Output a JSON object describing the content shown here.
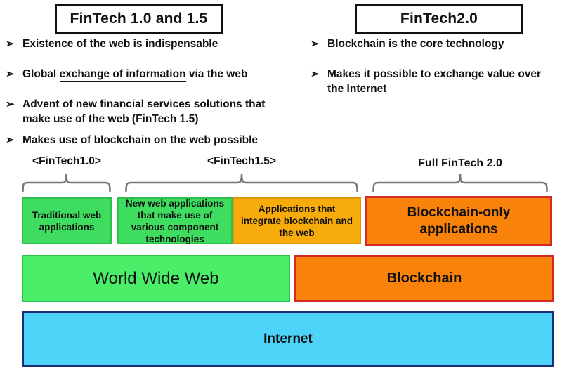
{
  "glyphs": {
    "bullet_arrow": "➢"
  },
  "colors": {
    "green_apps": "#3fdd5f",
    "green_www": "#4bee68",
    "amber": "#f7ac0b",
    "orange": "#f8820a",
    "orange_border": "#d32b24",
    "blue": "#4dd3f7",
    "blue_border": "#1c2f72",
    "brace_gray": "#787878"
  },
  "left_panel": {
    "title": "FinTech 1.0 and 1.5",
    "bullets": [
      {
        "text": "Existence of the web is indispensable"
      },
      {
        "prefix": "Global ",
        "underlined": "exchange of information",
        "suffix": " via the web"
      },
      {
        "text": "Advent of new financial services solutions that make use of the web (FinTech 1.5)"
      },
      {
        "text": "Makes use of blockchain on the web possible"
      }
    ]
  },
  "right_panel": {
    "title": "FinTech2.0",
    "bullets": [
      {
        "text": "Blockchain is the core technology"
      },
      {
        "text": "Makes it possible to exchange value over the Internet"
      }
    ]
  },
  "stack_labels": [
    {
      "label": "<FinTech1.0>"
    },
    {
      "label": "<FinTech1.5>"
    },
    {
      "label": "Full FinTech 2.0"
    }
  ],
  "layers": {
    "applications": [
      {
        "label": "Traditional web applications"
      },
      {
        "label": "New web applications that make use of various component technologies"
      },
      {
        "label": "Applications that integrate blockchain and the web"
      },
      {
        "label": "Blockchain-only applications"
      }
    ],
    "platforms": [
      {
        "label": "World Wide Web"
      },
      {
        "label": "Blockchain"
      }
    ],
    "network": {
      "label": "Internet"
    }
  }
}
